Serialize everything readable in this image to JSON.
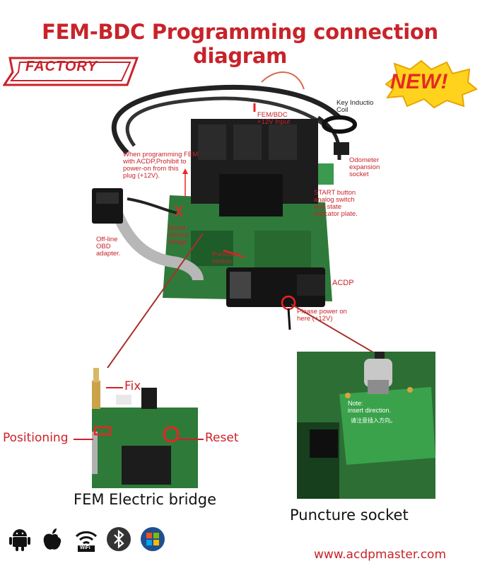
{
  "title": "FEM-BDC Programming connection diagram",
  "badges": {
    "factory": "FACTORY",
    "new": "NEW!"
  },
  "annotations": {
    "fem_bdc_input": "FEM/BDC\n+12V Input",
    "key_induction": "Key Inductio\nCoil",
    "prohibit": "When programming FEM\nwith ACDP,Prohibit to\npower-on from this\nplug (+12V).",
    "odometer": "Odometer\nexpansion\nsocket",
    "start_button": "START button\nanalog switch\nand state\nindicator plate.",
    "reset_bridge": "Reset\nelectric\nbridge",
    "offline_obd": "Off-line\nOBD\nadapter.",
    "puncture_small": "Puncture\nsocket",
    "acdp": "ACDP",
    "power_here": "Please power on\nhere (+12V)"
  },
  "insets": {
    "fem": {
      "fix": "Fix",
      "positioning": "Positioning",
      "reset": "Reset",
      "caption": "FEM Electric bridge"
    },
    "puncture": {
      "note": "Note:\ninsert direction.",
      "chinese": "请注意插入方向。",
      "caption": "Puncture socket"
    }
  },
  "footer": {
    "url": "www.acdpmaster.com",
    "icons": [
      "android-icon",
      "apple-icon",
      "wifi-icon",
      "bluetooth-icon",
      "windows-icon"
    ],
    "wifi_label": "WiFi"
  },
  "colors": {
    "accent_red": "#c8232a",
    "pcb_green": "#2f7a3a",
    "connector_black": "#1d1d1d"
  }
}
